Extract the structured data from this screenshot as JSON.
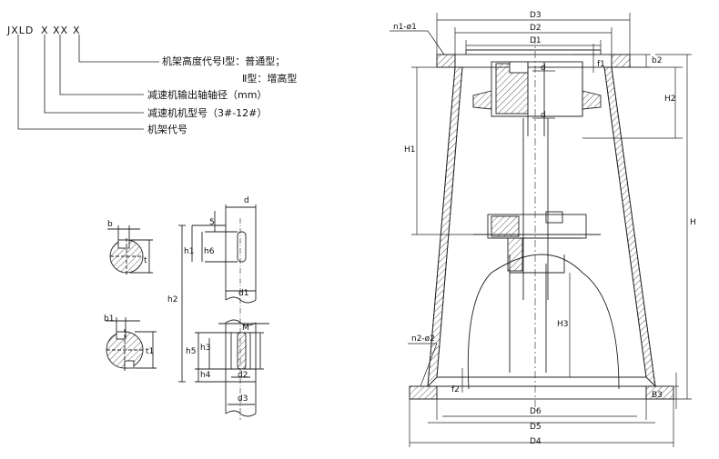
{
  "model_code": {
    "prefix": "JXLD",
    "x1": "X",
    "x2": "XX",
    "x3": "X"
  },
  "legend": {
    "height_code": "机架高度代号Ⅰ型：普通型；",
    "height_type2": "Ⅱ型：增高型",
    "shaft_diameter": "减速机输出轴轴径（mm）",
    "reducer_model": "减速机机型号（3#-12#）",
    "frame_code": "机架代号"
  },
  "shaft_detail": {
    "b": "b",
    "t": "t",
    "b1": "b1",
    "t1": "t1",
    "d": "d",
    "five": "5",
    "h1": "h1",
    "h6": "h6",
    "h2": "h2",
    "d1": "d1",
    "M": "M",
    "h5": "h5",
    "h3": "h3",
    "h4": "h4",
    "d2": "d2",
    "d3": "d3"
  },
  "frame": {
    "n1": "n1-ø1",
    "n2": "n2-ø2",
    "D3": "D3",
    "D2": "D2",
    "D1": "D1",
    "d_top": "d",
    "d_mid": "d",
    "f1": "f1",
    "b2": "b2",
    "H2": "H2",
    "H1": "H1",
    "H": "H",
    "H3": "H3",
    "f2": "f2",
    "B3": "B3",
    "D6": "D6",
    "D5": "D5",
    "D4": "D4"
  },
  "colors": {
    "line": "#222222",
    "hatch": "#333333"
  }
}
